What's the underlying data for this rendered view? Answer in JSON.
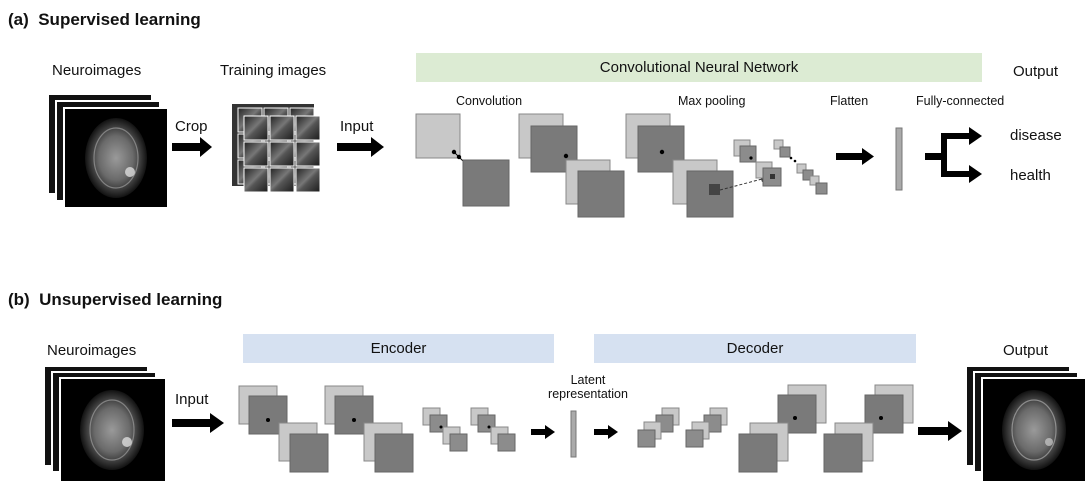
{
  "panel_a": {
    "title": "(a)  Supervised learning",
    "neuroimages": "Neuroimages",
    "training_images": "Training images",
    "cnn": "Convolutional Neural Network",
    "output": "Output",
    "crop": "Crop",
    "input": "Input",
    "convolution": "Convolution",
    "max_pooling": "Max pooling",
    "flatten": "Flatten",
    "fully_connected": "Fully-connected",
    "disease": "disease",
    "health": "health"
  },
  "panel_b": {
    "title": "(b)  Unsupervised learning",
    "neuroimages": "Neuroimages",
    "input": "Input",
    "encoder": "Encoder",
    "decoder": "Decoder",
    "latent": "Latent representation",
    "latent_line1": "Latent",
    "latent_line2": "representation",
    "output": "Output"
  },
  "colors": {
    "light_gray": "#c8c8c8",
    "mid_gray": "#8c8c8c",
    "dark_gray": "#7a7a7a",
    "green_band": "#dcebd3",
    "blue_band": "#d6e1f1"
  }
}
